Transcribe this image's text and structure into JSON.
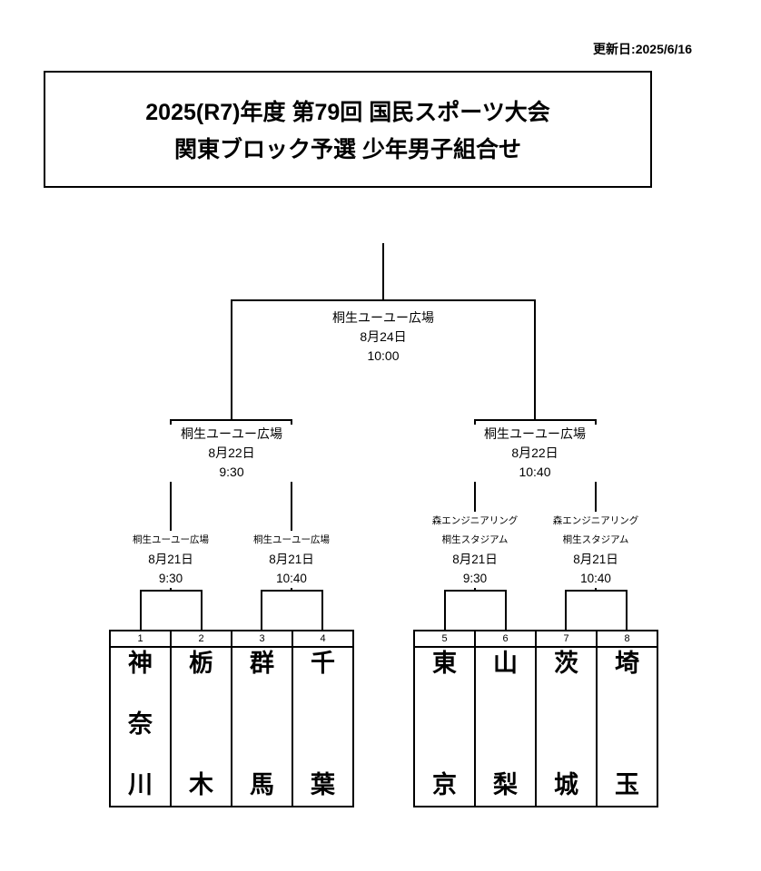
{
  "meta": {
    "updated": "更新日:2025/6/16"
  },
  "title": {
    "line1": "2025(R7)年度 第79回 国民スポーツ大会",
    "line2": "関東ブロック予選 少年男子組合せ"
  },
  "matches": {
    "final": {
      "venue1": "桐生ユーユー広場",
      "date": "8月24日",
      "time": "10:00"
    },
    "semi_left": {
      "venue1": "桐生ユーユー広場",
      "date": "8月22日",
      "time": "9:30"
    },
    "semi_right": {
      "venue1": "桐生ユーユー広場",
      "date": "8月22日",
      "time": "10:40"
    },
    "qf1": {
      "venue1": "桐生ユーユー広場",
      "date": "8月21日",
      "time": "9:30"
    },
    "qf2": {
      "venue1": "桐生ユーユー広場",
      "date": "8月21日",
      "time": "10:40"
    },
    "qf3": {
      "venue1": "森エンジニアリング",
      "venue2": "桐生スタジアム",
      "date": "8月21日",
      "time": "9:30"
    },
    "qf4": {
      "venue1": "森エンジニアリング",
      "venue2": "桐生スタジアム",
      "date": "8月21日",
      "time": "10:40"
    }
  },
  "teams": [
    {
      "seed": "1",
      "name": "神奈川"
    },
    {
      "seed": "2",
      "name": "栃木"
    },
    {
      "seed": "3",
      "name": "群馬"
    },
    {
      "seed": "4",
      "name": "千葉"
    },
    {
      "seed": "5",
      "name": "東京"
    },
    {
      "seed": "6",
      "name": "山梨"
    },
    {
      "seed": "7",
      "name": "茨城"
    },
    {
      "seed": "8",
      "name": "埼玉"
    }
  ]
}
